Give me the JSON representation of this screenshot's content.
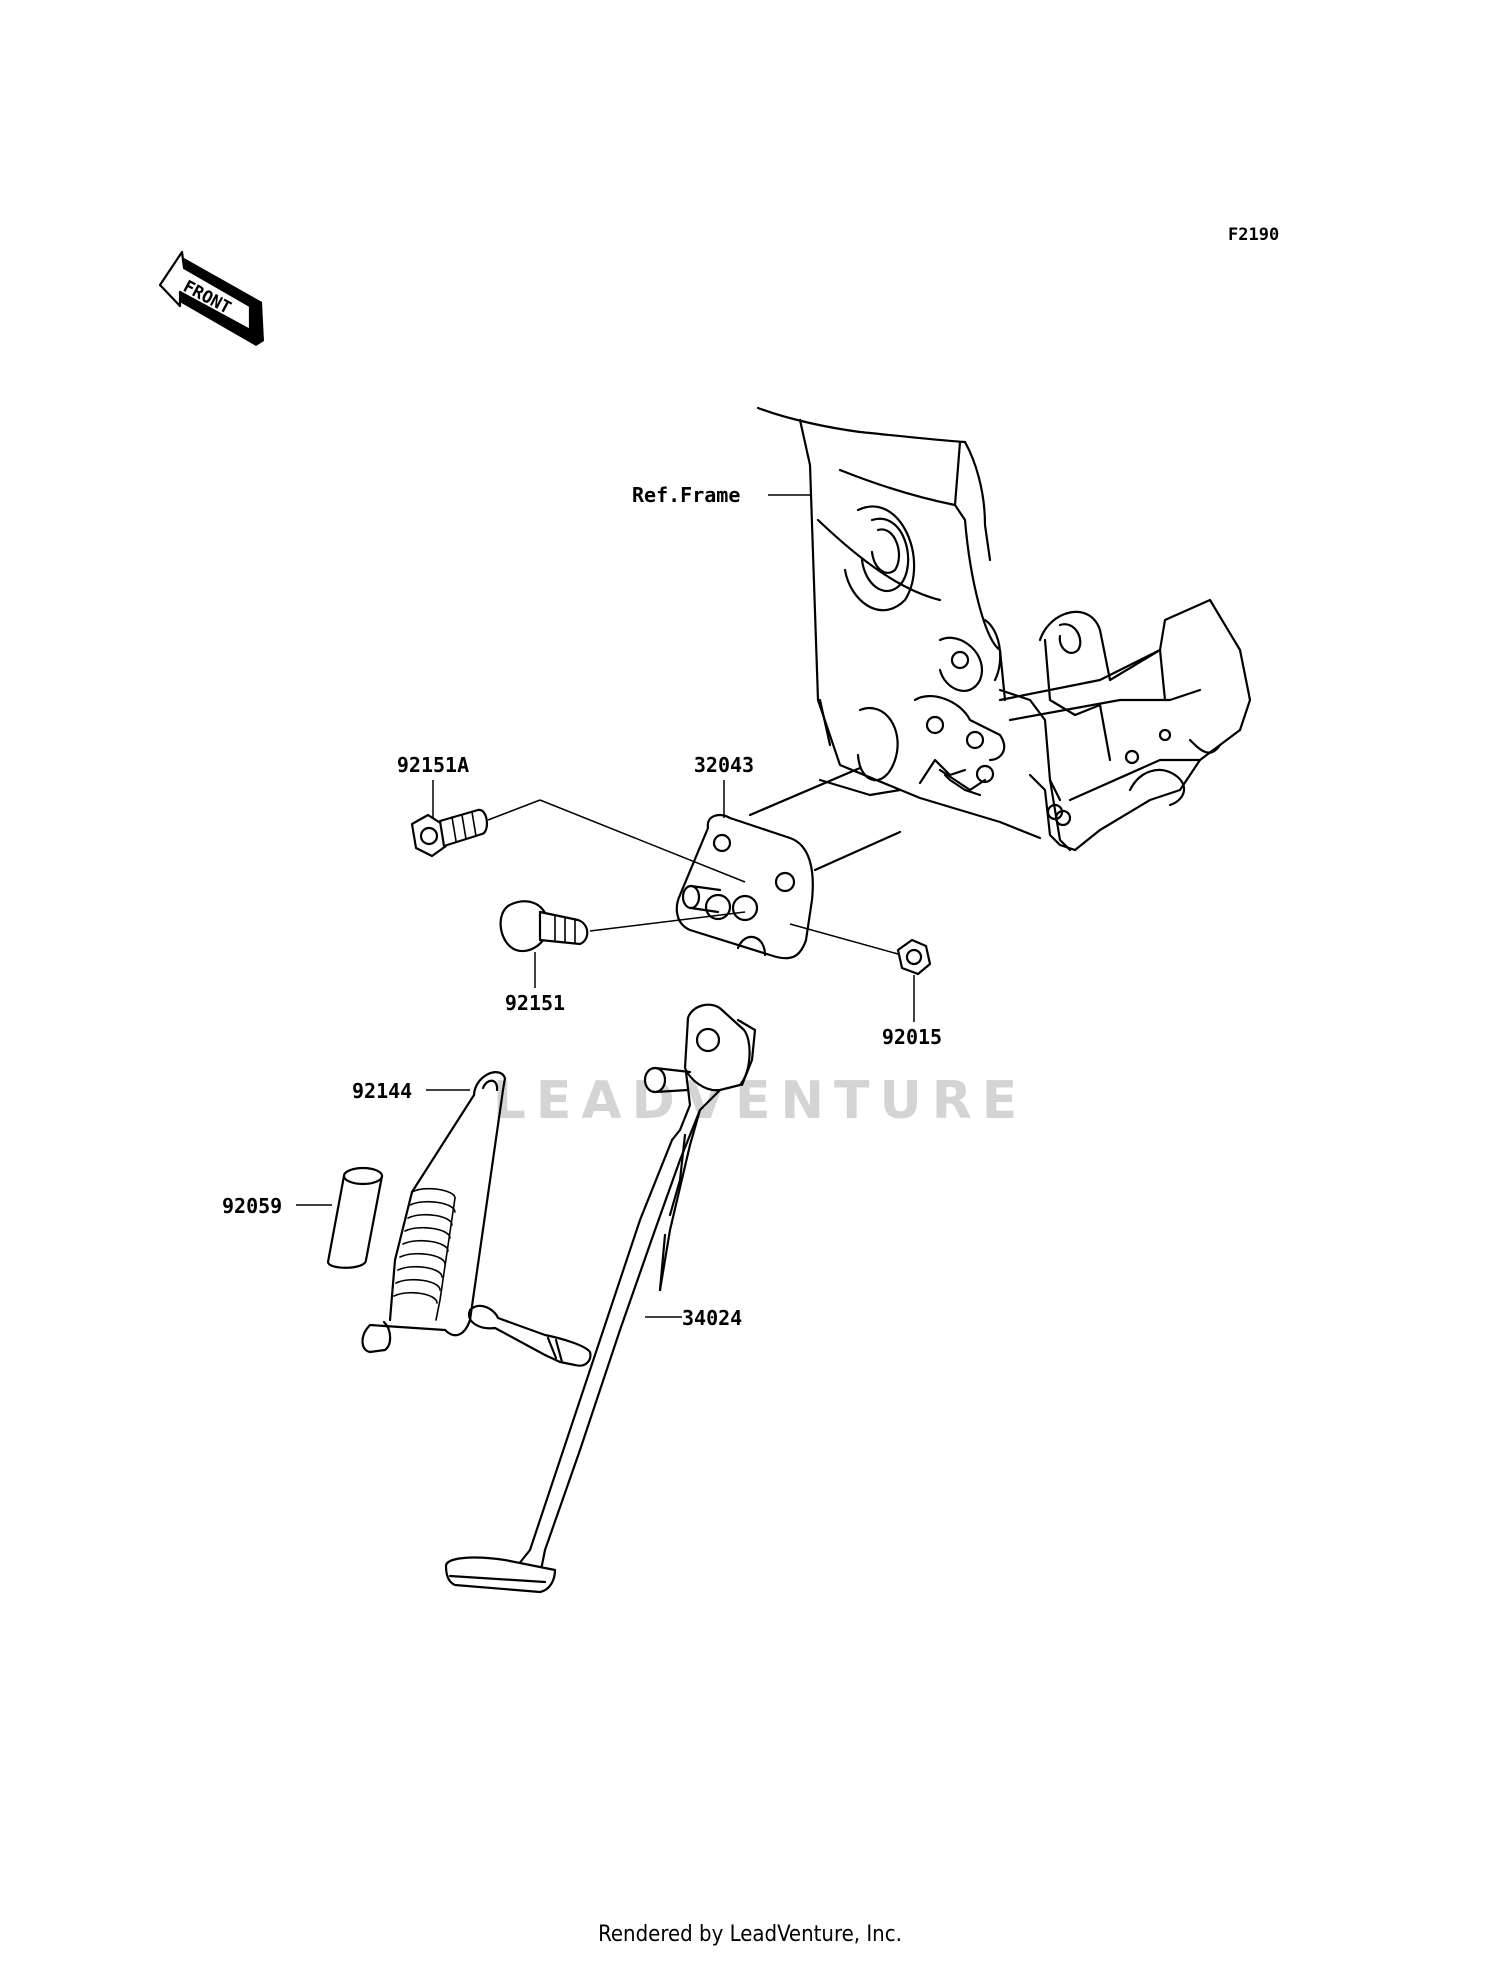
{
  "figure_code": "F2190",
  "front_label": "FRONT",
  "reference": "Ref.Frame",
  "watermark": "LEADVENTURE",
  "parts": [
    {
      "number": "92151A"
    },
    {
      "number": "32043"
    },
    {
      "number": "92151"
    },
    {
      "number": "92015"
    },
    {
      "number": "92144"
    },
    {
      "number": "92059"
    },
    {
      "number": "34024"
    }
  ],
  "footer": "Rendered by LeadVenture, Inc."
}
